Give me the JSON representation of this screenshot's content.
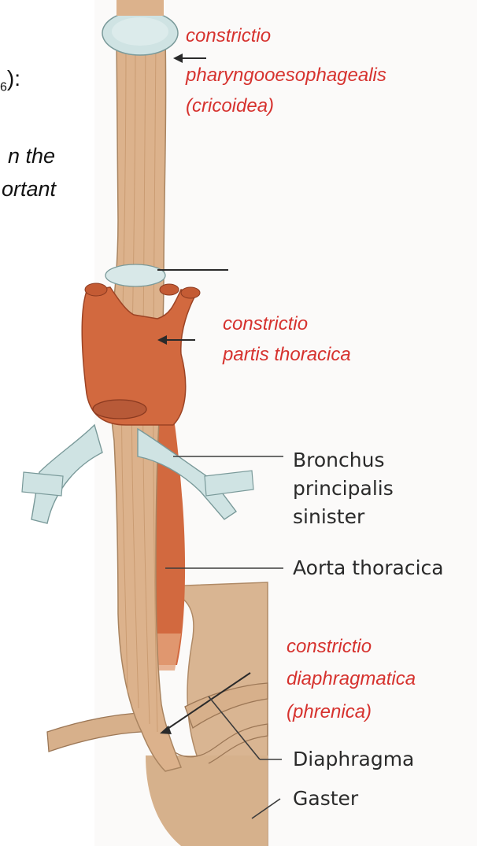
{
  "slide_fragment": {
    "line1_sub": "6",
    "line1_tail": "):",
    "line2": "n the",
    "line3": "ortant"
  },
  "labels": {
    "constriction_upper": [
      "constrictio",
      "pharyngooesophagealis",
      "(cricoidea)"
    ],
    "constriction_middle": [
      "constrictio",
      "partis thoracica"
    ],
    "bronchus": [
      "Bronchus",
      "principalis",
      "sinister"
    ],
    "aorta": "Aorta thoracica",
    "constriction_lower": [
      "constrictio",
      "diaphragmatica",
      "(phrenica)"
    ],
    "diaphragma": "Diaphragma",
    "gaster": "Gaster"
  },
  "colors": {
    "constriction_label": "#d6322e",
    "anatomy_label": "#2a2a2a",
    "esophagus": "#dcb28c",
    "aorta": "#d2693f",
    "cartilage": "#cfe3e3",
    "stomach": "#d8b48f"
  }
}
